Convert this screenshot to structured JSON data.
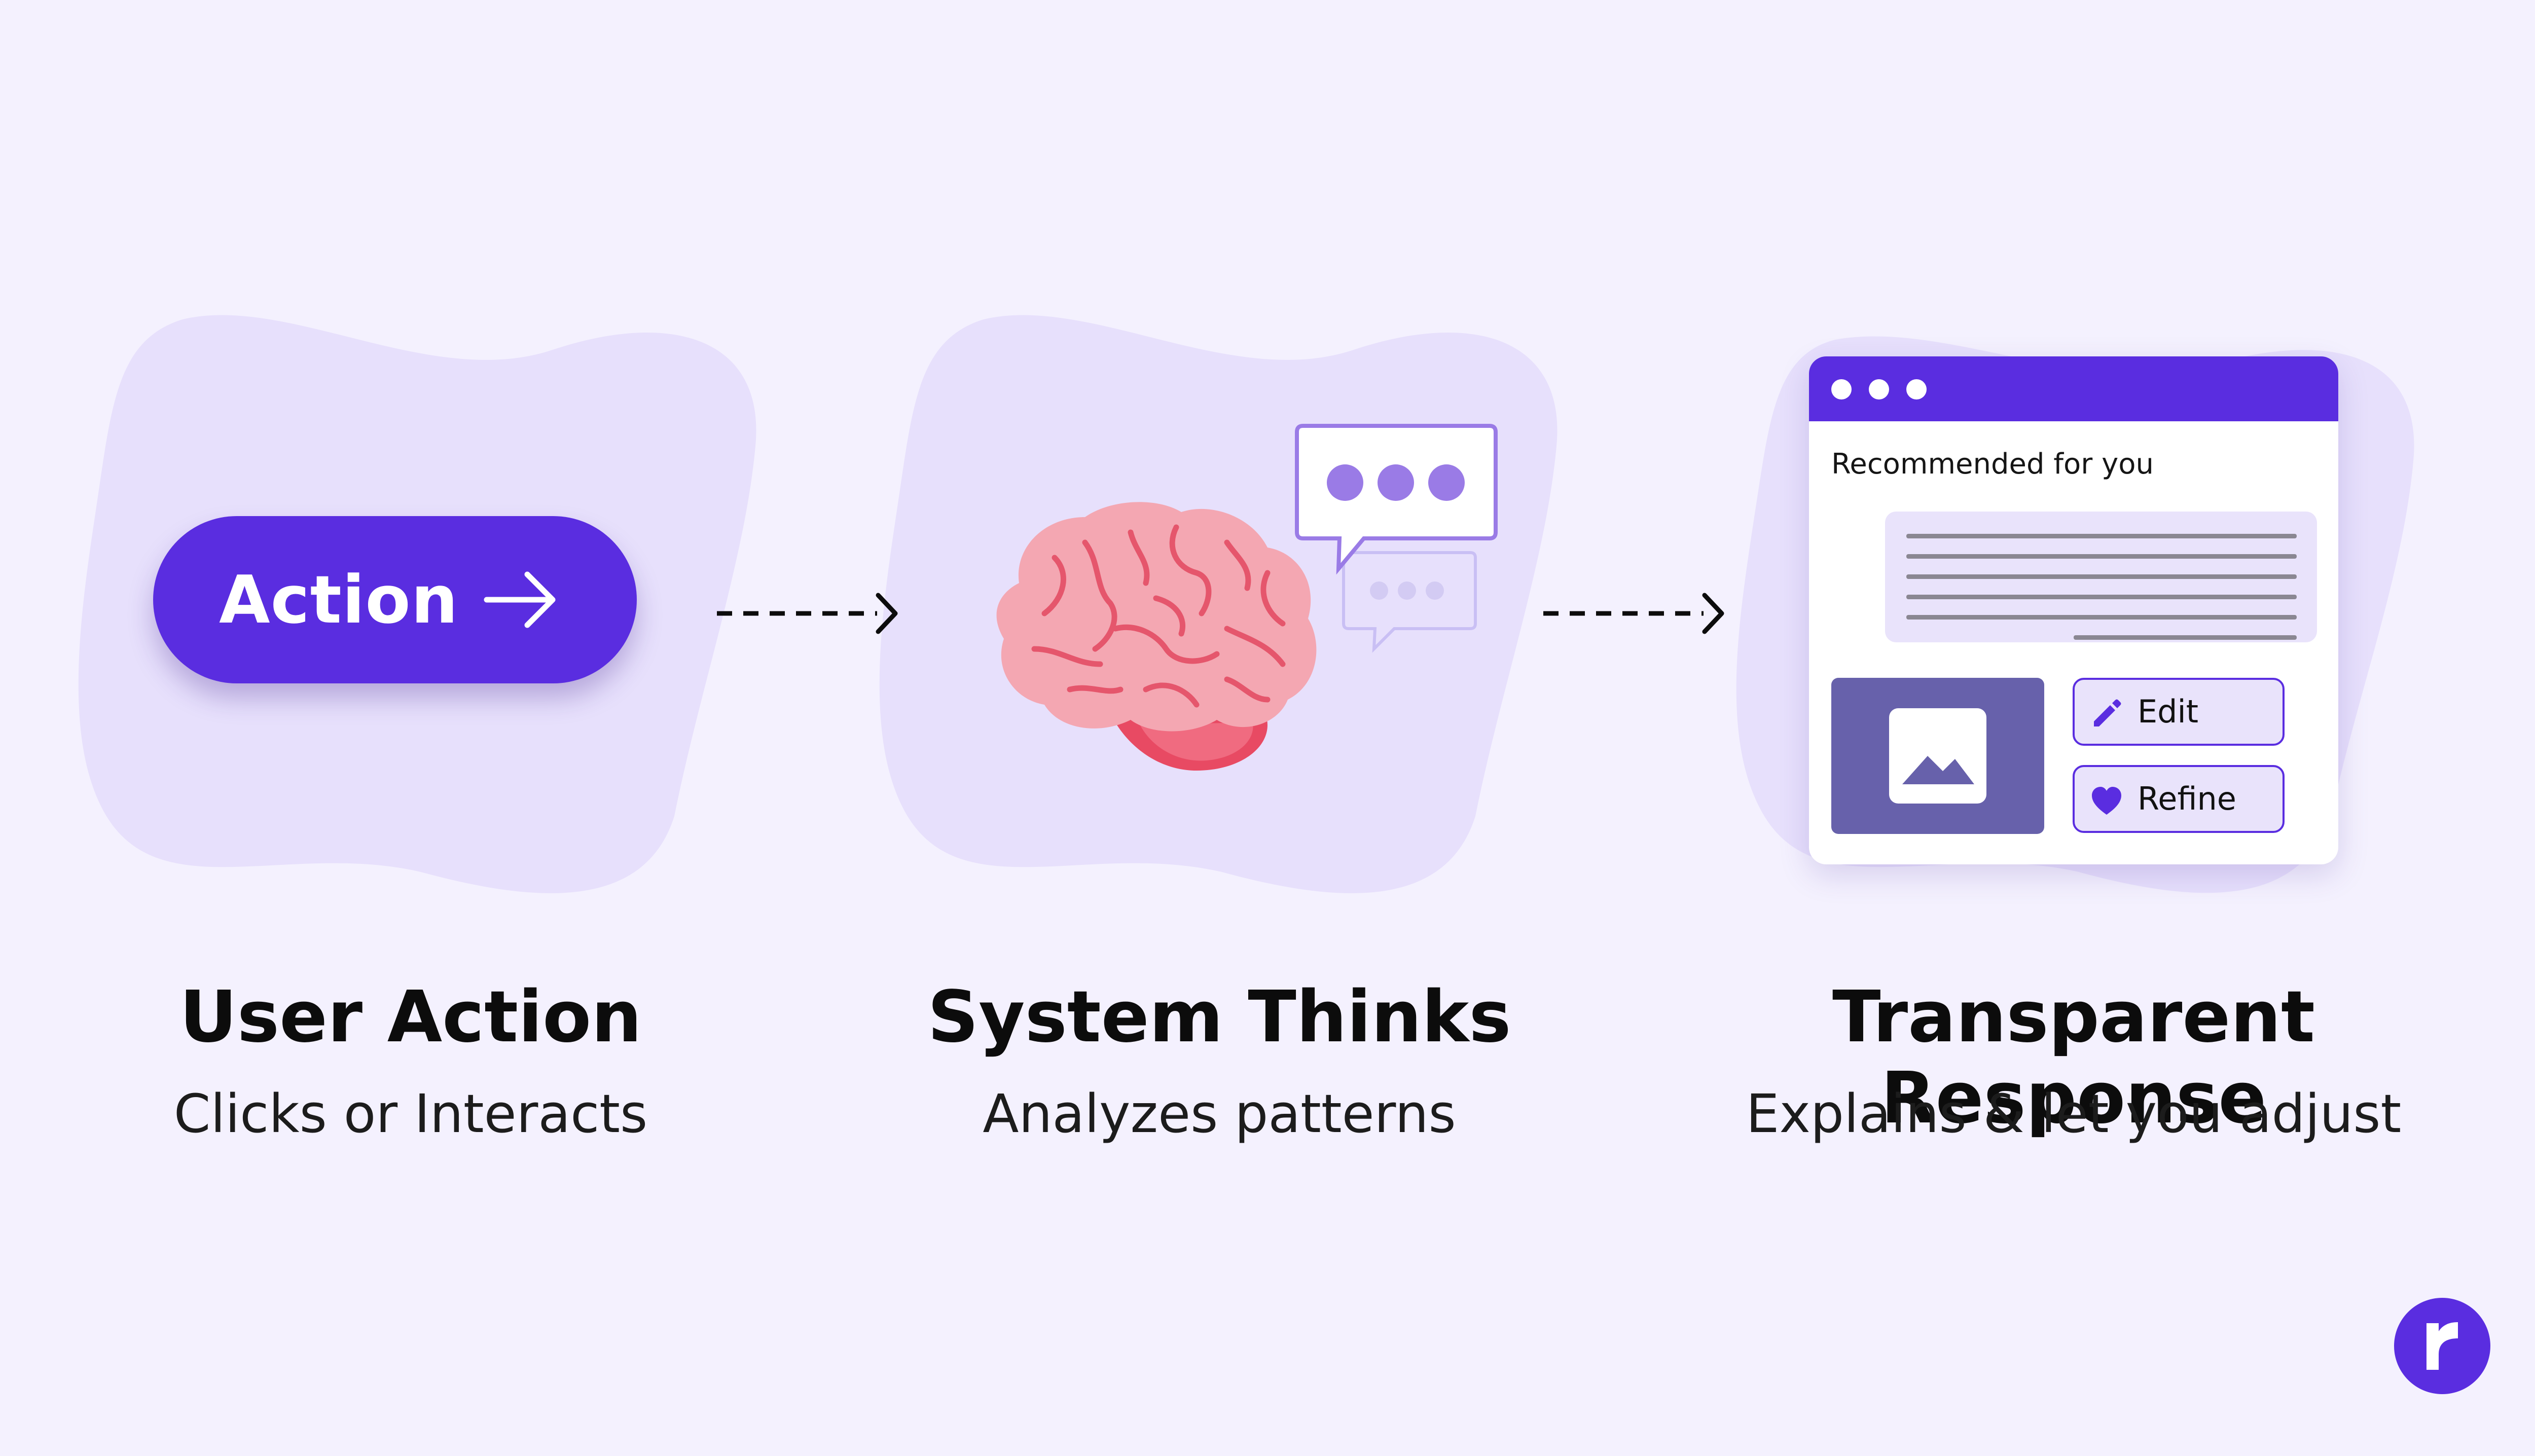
{
  "colors": {
    "background": "#f4f1fe",
    "blob": "#e7e0fc",
    "accent": "#5a2de0",
    "brain": "#f3a5b0",
    "brain_vein": "#e5566c"
  },
  "steps": [
    {
      "title": "User Action",
      "subtitle": "Clicks or Interacts"
    },
    {
      "title": "System Thinks",
      "subtitle": "Analyzes patterns"
    },
    {
      "title": "Transparent Response",
      "subtitle": "Explains & let you adjust"
    }
  ],
  "action_button": {
    "label": "Action"
  },
  "window": {
    "heading": "Recommended for you",
    "edit_label": "Edit",
    "refine_label": "Refine"
  },
  "icons": [
    "arrow-right-icon",
    "brain-icon",
    "speech-bubble-icon",
    "image-icon",
    "pencil-icon",
    "heart-icon",
    "brand-logo-icon"
  ]
}
